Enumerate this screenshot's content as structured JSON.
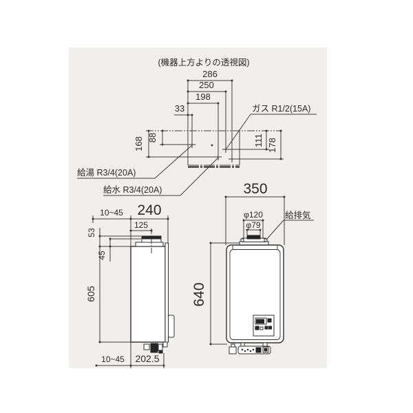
{
  "title": "(機器上方よりの透視図)",
  "top_view": {
    "dims": {
      "d286": "286",
      "d250": "250",
      "d198": "198",
      "d33": "33",
      "d88": "88",
      "d168": "168",
      "d111": "111",
      "d178": "178"
    },
    "labels": {
      "hot_water": "給湯 R3/4(20A)",
      "cold_water": "給水 R3/4(20A)",
      "gas": "ガス R1/2(15A)"
    }
  },
  "side_view": {
    "dims": {
      "wall_gap_top": "10~45",
      "depth_total": "240",
      "flue_offset": "125",
      "d53": "53",
      "d45": "45",
      "height_body": "605",
      "wall_gap_bottom": "10~45",
      "depth_body": "202.5"
    }
  },
  "front_view": {
    "dims": {
      "width": "350",
      "flue_outer": "φ120",
      "flue_inner": "φ79",
      "height": "640"
    },
    "labels": {
      "flue": "給排気"
    }
  },
  "colors": {
    "background": "#ffffff",
    "panel": "#f0efed",
    "line": "#3c3c3c",
    "text": "#2a2a2a"
  }
}
